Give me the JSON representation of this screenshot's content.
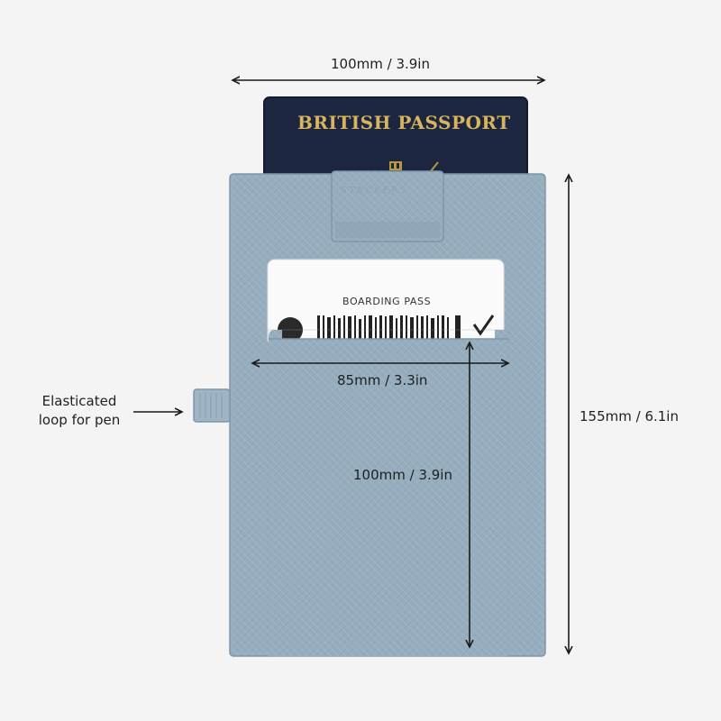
{
  "colors": {
    "background": "#f4f4f4",
    "wallet": "#96adbe",
    "passport": "#1c2640",
    "passport_gold": "#d8b45a",
    "dimension_line": "#1a1a1a"
  },
  "passport": {
    "title": "BRITISH PASSPORT"
  },
  "wallet": {
    "brand": "STACKERS"
  },
  "boarding_pass": {
    "title": "BOARDING PASS"
  },
  "dimensions": {
    "top_width": "100mm / 3.9in",
    "pocket_width": "85mm / 3.3in",
    "pocket_height": "100mm / 3.9in",
    "total_height": "155mm / 6.1in"
  },
  "callouts": {
    "pen_loop_line1": "Elasticated",
    "pen_loop_line2": "loop for pen"
  },
  "icons": [
    "arrow-left-icon",
    "arrow-right-icon",
    "arrow-up-icon",
    "arrow-down-icon",
    "checkmark-icon",
    "crest-icon"
  ]
}
